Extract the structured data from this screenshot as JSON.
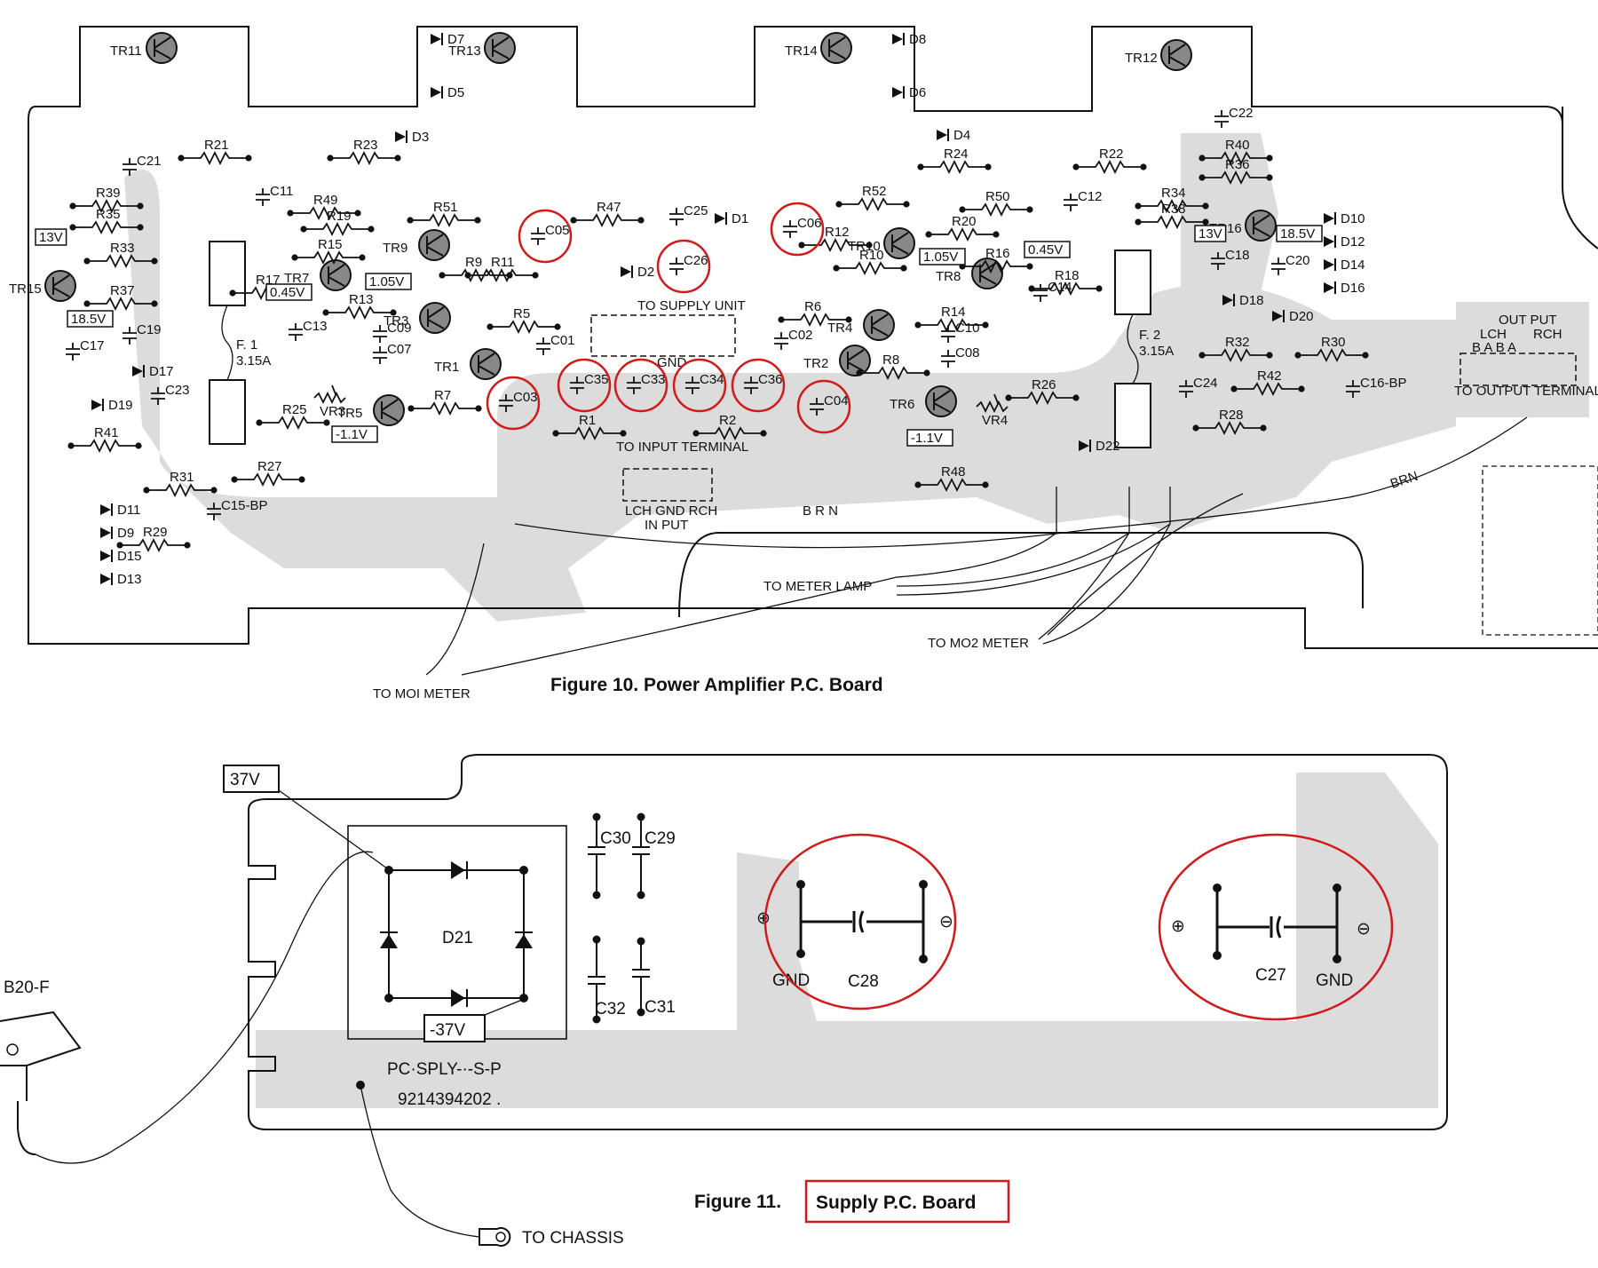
{
  "figure10": {
    "caption": "Figure 10.  Power Amplifier P.C. Board",
    "transistors": [
      "TR11",
      "TR13",
      "TR14",
      "TR12",
      "TR15",
      "TR9",
      "TR7",
      "TR3",
      "TR1",
      "TR5",
      "TR10",
      "TR8",
      "TR4",
      "TR2",
      "TR6",
      "TR16"
    ],
    "resistors": [
      "R21",
      "R23",
      "R39",
      "R35",
      "R33",
      "R37",
      "R49",
      "R19",
      "R15",
      "R51",
      "R17",
      "R13",
      "R9",
      "R11",
      "R5",
      "R7",
      "R25",
      "R27",
      "R31",
      "R29",
      "R41",
      "R1",
      "R2",
      "R47",
      "R52",
      "R12",
      "R10",
      "R6",
      "R8",
      "R20",
      "R16",
      "R50",
      "R24",
      "R14",
      "R18",
      "R22",
      "R34",
      "R38",
      "R40",
      "R36",
      "R32",
      "R42",
      "R30",
      "R28",
      "R26",
      "R48"
    ],
    "capacitors": [
      "C21",
      "C11",
      "C19",
      "C17",
      "C23",
      "C13",
      "C09",
      "C07",
      "C01",
      "C05",
      "C03",
      "C35",
      "C33",
      "C34",
      "C36",
      "C26",
      "C25",
      "C02",
      "C06",
      "C04",
      "C14",
      "C10",
      "C08",
      "C12",
      "C22",
      "C18",
      "C20",
      "C24",
      "C15-BP",
      "C16-BP"
    ],
    "diodes": [
      "D7",
      "D5",
      "D3",
      "D8",
      "D6",
      "D4",
      "D1",
      "D2",
      "D17",
      "D19",
      "D11",
      "D9",
      "D15",
      "D13",
      "D18",
      "D20",
      "D22",
      "D10",
      "D12",
      "D14",
      "D16"
    ],
    "pots": [
      "VR3",
      "VR4"
    ],
    "fuses": [
      {
        "name": "F. 1",
        "rating": "3.15A"
      },
      {
        "name": "F. 2",
        "rating": "3.15A"
      }
    ],
    "voltages": [
      "13V",
      "18.5V",
      "0.45V",
      "1.05V",
      "-1.1V",
      "1.05V",
      "0.45V",
      "-1.1V",
      "13V",
      "18.5V"
    ],
    "labels": {
      "supply_unit": "TO  SUPPLY UNIT",
      "gnd": "GND",
      "input_terminal": "TO  INPUT  TERMINAL",
      "input_pins": "LCH  GND  RCH",
      "input": "IN PUT",
      "output": "OUT PUT",
      "output_lch": "LCH",
      "output_rch": "RCH",
      "output_pins": "B    A    B    A",
      "output_terminal": "TO OUTPUT  TERMINAL",
      "brn_1": "B R N",
      "brn_2": "BRN",
      "meter_lamp": "TO METER  LAMP",
      "m01_meter": "TO MOI METER",
      "m02_meter": "TO MO2 METER"
    }
  },
  "figure11": {
    "caption_prefix": "Figure 11.",
    "caption_title": "Supply P.C. Board",
    "voltage_pos": "37V",
    "voltage_neg": "-37V",
    "bridge": "D21",
    "capacitors": [
      "C30",
      "C29",
      "C32",
      "C31",
      "C28",
      "C27"
    ],
    "gnd_left": "GND",
    "gnd_right": "GND",
    "plus": "⊕",
    "minus": "⊖",
    "board_code": "PC·SPLY-·-S-P",
    "board_number": "9214394202 .",
    "rectifier": "B20-F",
    "chassis": "TO  CHASSIS"
  },
  "colors": {
    "highlight": "#d11a1a",
    "trace": "#dcdcdc",
    "ink": "#111111"
  }
}
